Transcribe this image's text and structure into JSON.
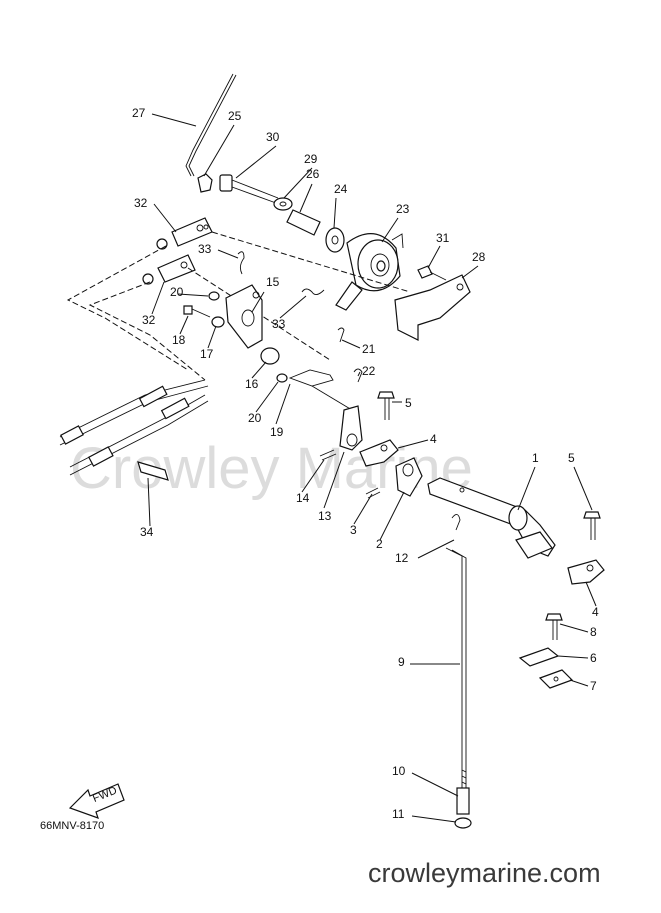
{
  "diagram": {
    "watermark": "Crowley Marine",
    "site": "crowleymarine.com",
    "drawing_code": "66MNV-8170",
    "fwd_label": "FWD",
    "callouts": [
      "1",
      "2",
      "3",
      "4",
      "4",
      "5",
      "5",
      "6",
      "7",
      "8",
      "9",
      "10",
      "11",
      "12",
      "13",
      "14",
      "15",
      "16",
      "17",
      "18",
      "19",
      "20",
      "20",
      "21",
      "22",
      "23",
      "24",
      "25",
      "26",
      "27",
      "28",
      "29",
      "30",
      "31",
      "32",
      "32",
      "33",
      "33",
      "34"
    ]
  }
}
